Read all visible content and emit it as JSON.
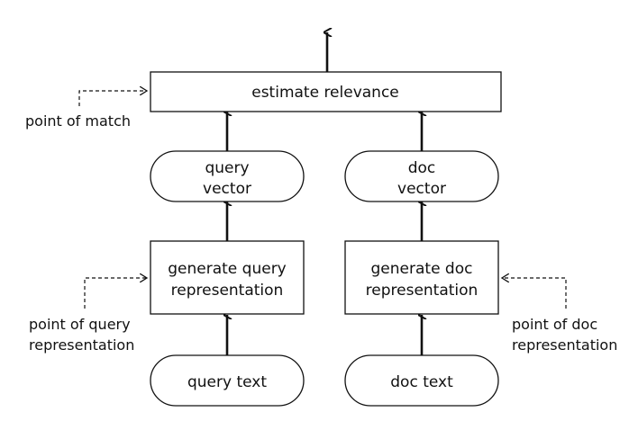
{
  "boxes": {
    "estimate": "estimate relevance",
    "query_vector": [
      "query",
      "vector"
    ],
    "doc_vector": [
      "doc",
      "vector"
    ],
    "gen_query": [
      "generate query",
      "representation"
    ],
    "gen_doc": [
      "generate doc",
      "representation"
    ],
    "query_text": "query text",
    "doc_text": "doc text"
  },
  "annotations": {
    "point_of_match": "point of match",
    "point_of_query": [
      "point of query",
      "representation"
    ],
    "point_of_doc": [
      "point of doc",
      "representation"
    ]
  }
}
